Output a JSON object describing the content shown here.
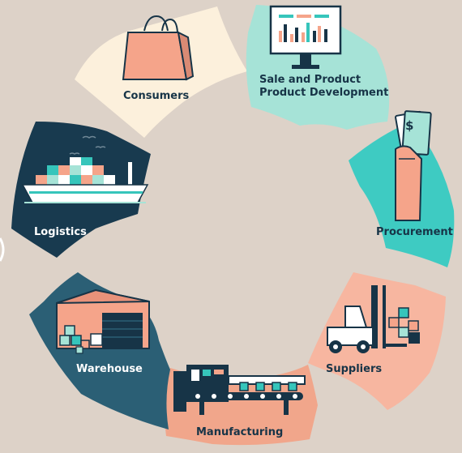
{
  "diagram": {
    "type": "cycle",
    "segments": [
      {
        "id": "consumers",
        "label": "Consumers",
        "icon": "shopping-bag-icon",
        "color": "#fcf0dc"
      },
      {
        "id": "sale-product-development",
        "label": "Sale and Product\nProduct Development",
        "icon": "sales-monitor-icon",
        "color": "#a6e3d7"
      },
      {
        "id": "procurement",
        "label": "Procurement",
        "icon": "money-hand-icon",
        "color": "#3ecbc2"
      },
      {
        "id": "suppliers",
        "label": "Suppliers",
        "icon": "forklift-icon",
        "color": "#f7b6a0"
      },
      {
        "id": "manufacturing",
        "label": "Manufacturing",
        "icon": "conveyor-belt-icon",
        "color": "#f1a68b"
      },
      {
        "id": "warehouse",
        "label": "Warehouse",
        "icon": "warehouse-icon",
        "color": "#2b5f75"
      },
      {
        "id": "logistics",
        "label": "Logistics",
        "icon": "cargo-ship-icon",
        "color": "#183a4f"
      }
    ]
  },
  "colors": {
    "background": "#ddd2c8",
    "ink": "#173447",
    "salmon": "#f5a48a",
    "teal": "#36c5bb"
  }
}
